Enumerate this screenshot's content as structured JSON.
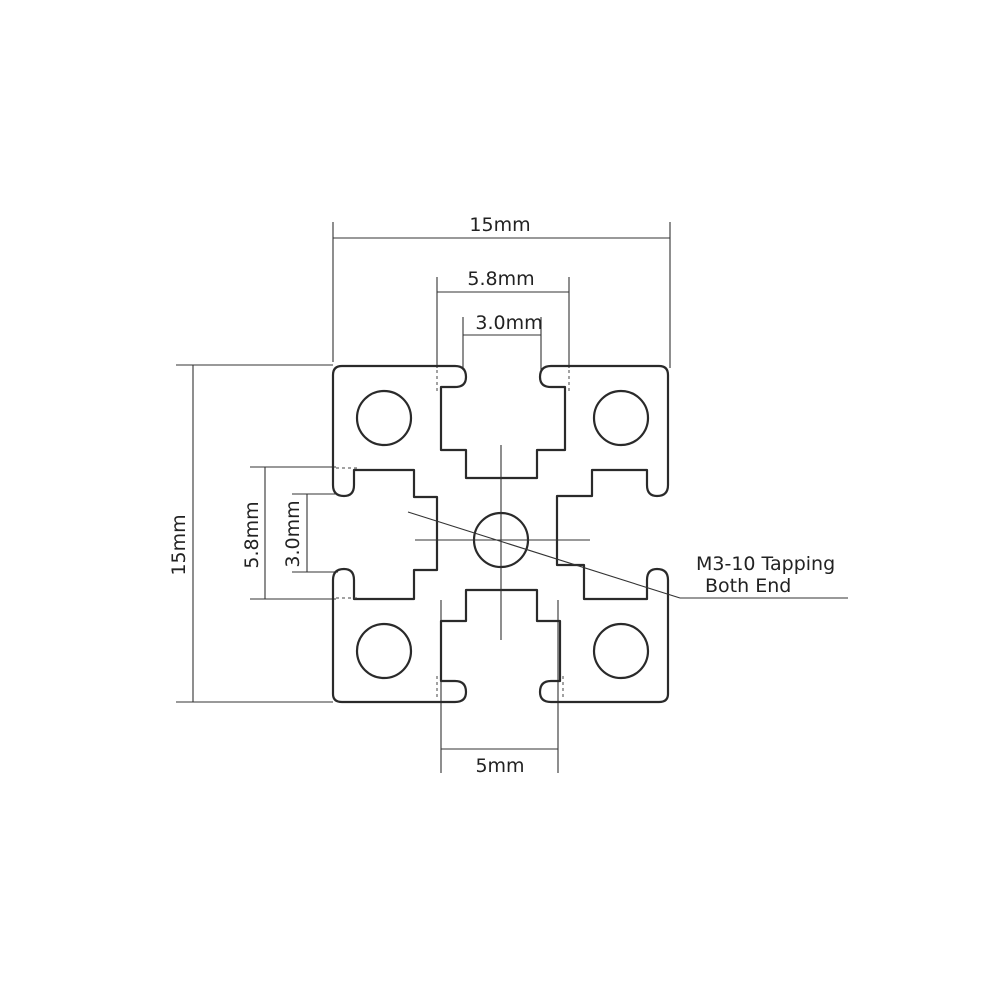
{
  "dimensions": {
    "width_total": "15mm",
    "slot_outer_top": "5.8mm",
    "slot_inner_top": "3.0mm",
    "height_total": "15mm",
    "slot_outer_left": "5.8mm",
    "slot_inner_left": "3.0mm",
    "slot_bottom": "5mm"
  },
  "annotation": {
    "line1": "M3-10 Tapping",
    "line2": "Both End"
  },
  "colors": {
    "line": "#2a2a2a",
    "background": "#ffffff"
  }
}
